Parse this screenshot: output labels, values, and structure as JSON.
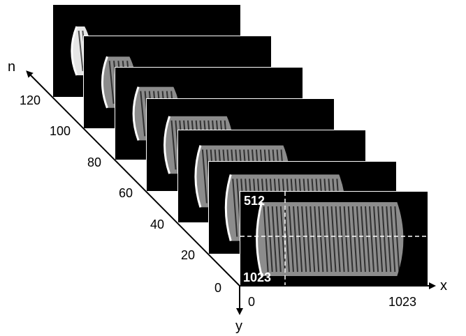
{
  "axes": {
    "n": {
      "label": "n",
      "ticks": [
        "120",
        "100",
        "80",
        "60",
        "40",
        "20",
        "0"
      ]
    },
    "x": {
      "label": "x",
      "ticks": [
        "0",
        "1023"
      ]
    },
    "y": {
      "label": "y"
    }
  },
  "front_frame": {
    "y_ticks": [
      "512",
      "1023"
    ]
  },
  "frames": [
    {
      "n": 120,
      "fill": 0.05
    },
    {
      "n": 100,
      "fill": 0.14
    },
    {
      "n": 80,
      "fill": 0.22
    },
    {
      "n": 60,
      "fill": 0.36
    },
    {
      "n": 40,
      "fill": 0.52
    },
    {
      "n": 20,
      "fill": 0.68
    },
    {
      "n": 0,
      "fill": 0.85
    }
  ],
  "colors": {
    "frame_bg": "#000000",
    "pattern": "#ffffff",
    "axis": "#000000",
    "dashed_line": "#ffffff"
  }
}
